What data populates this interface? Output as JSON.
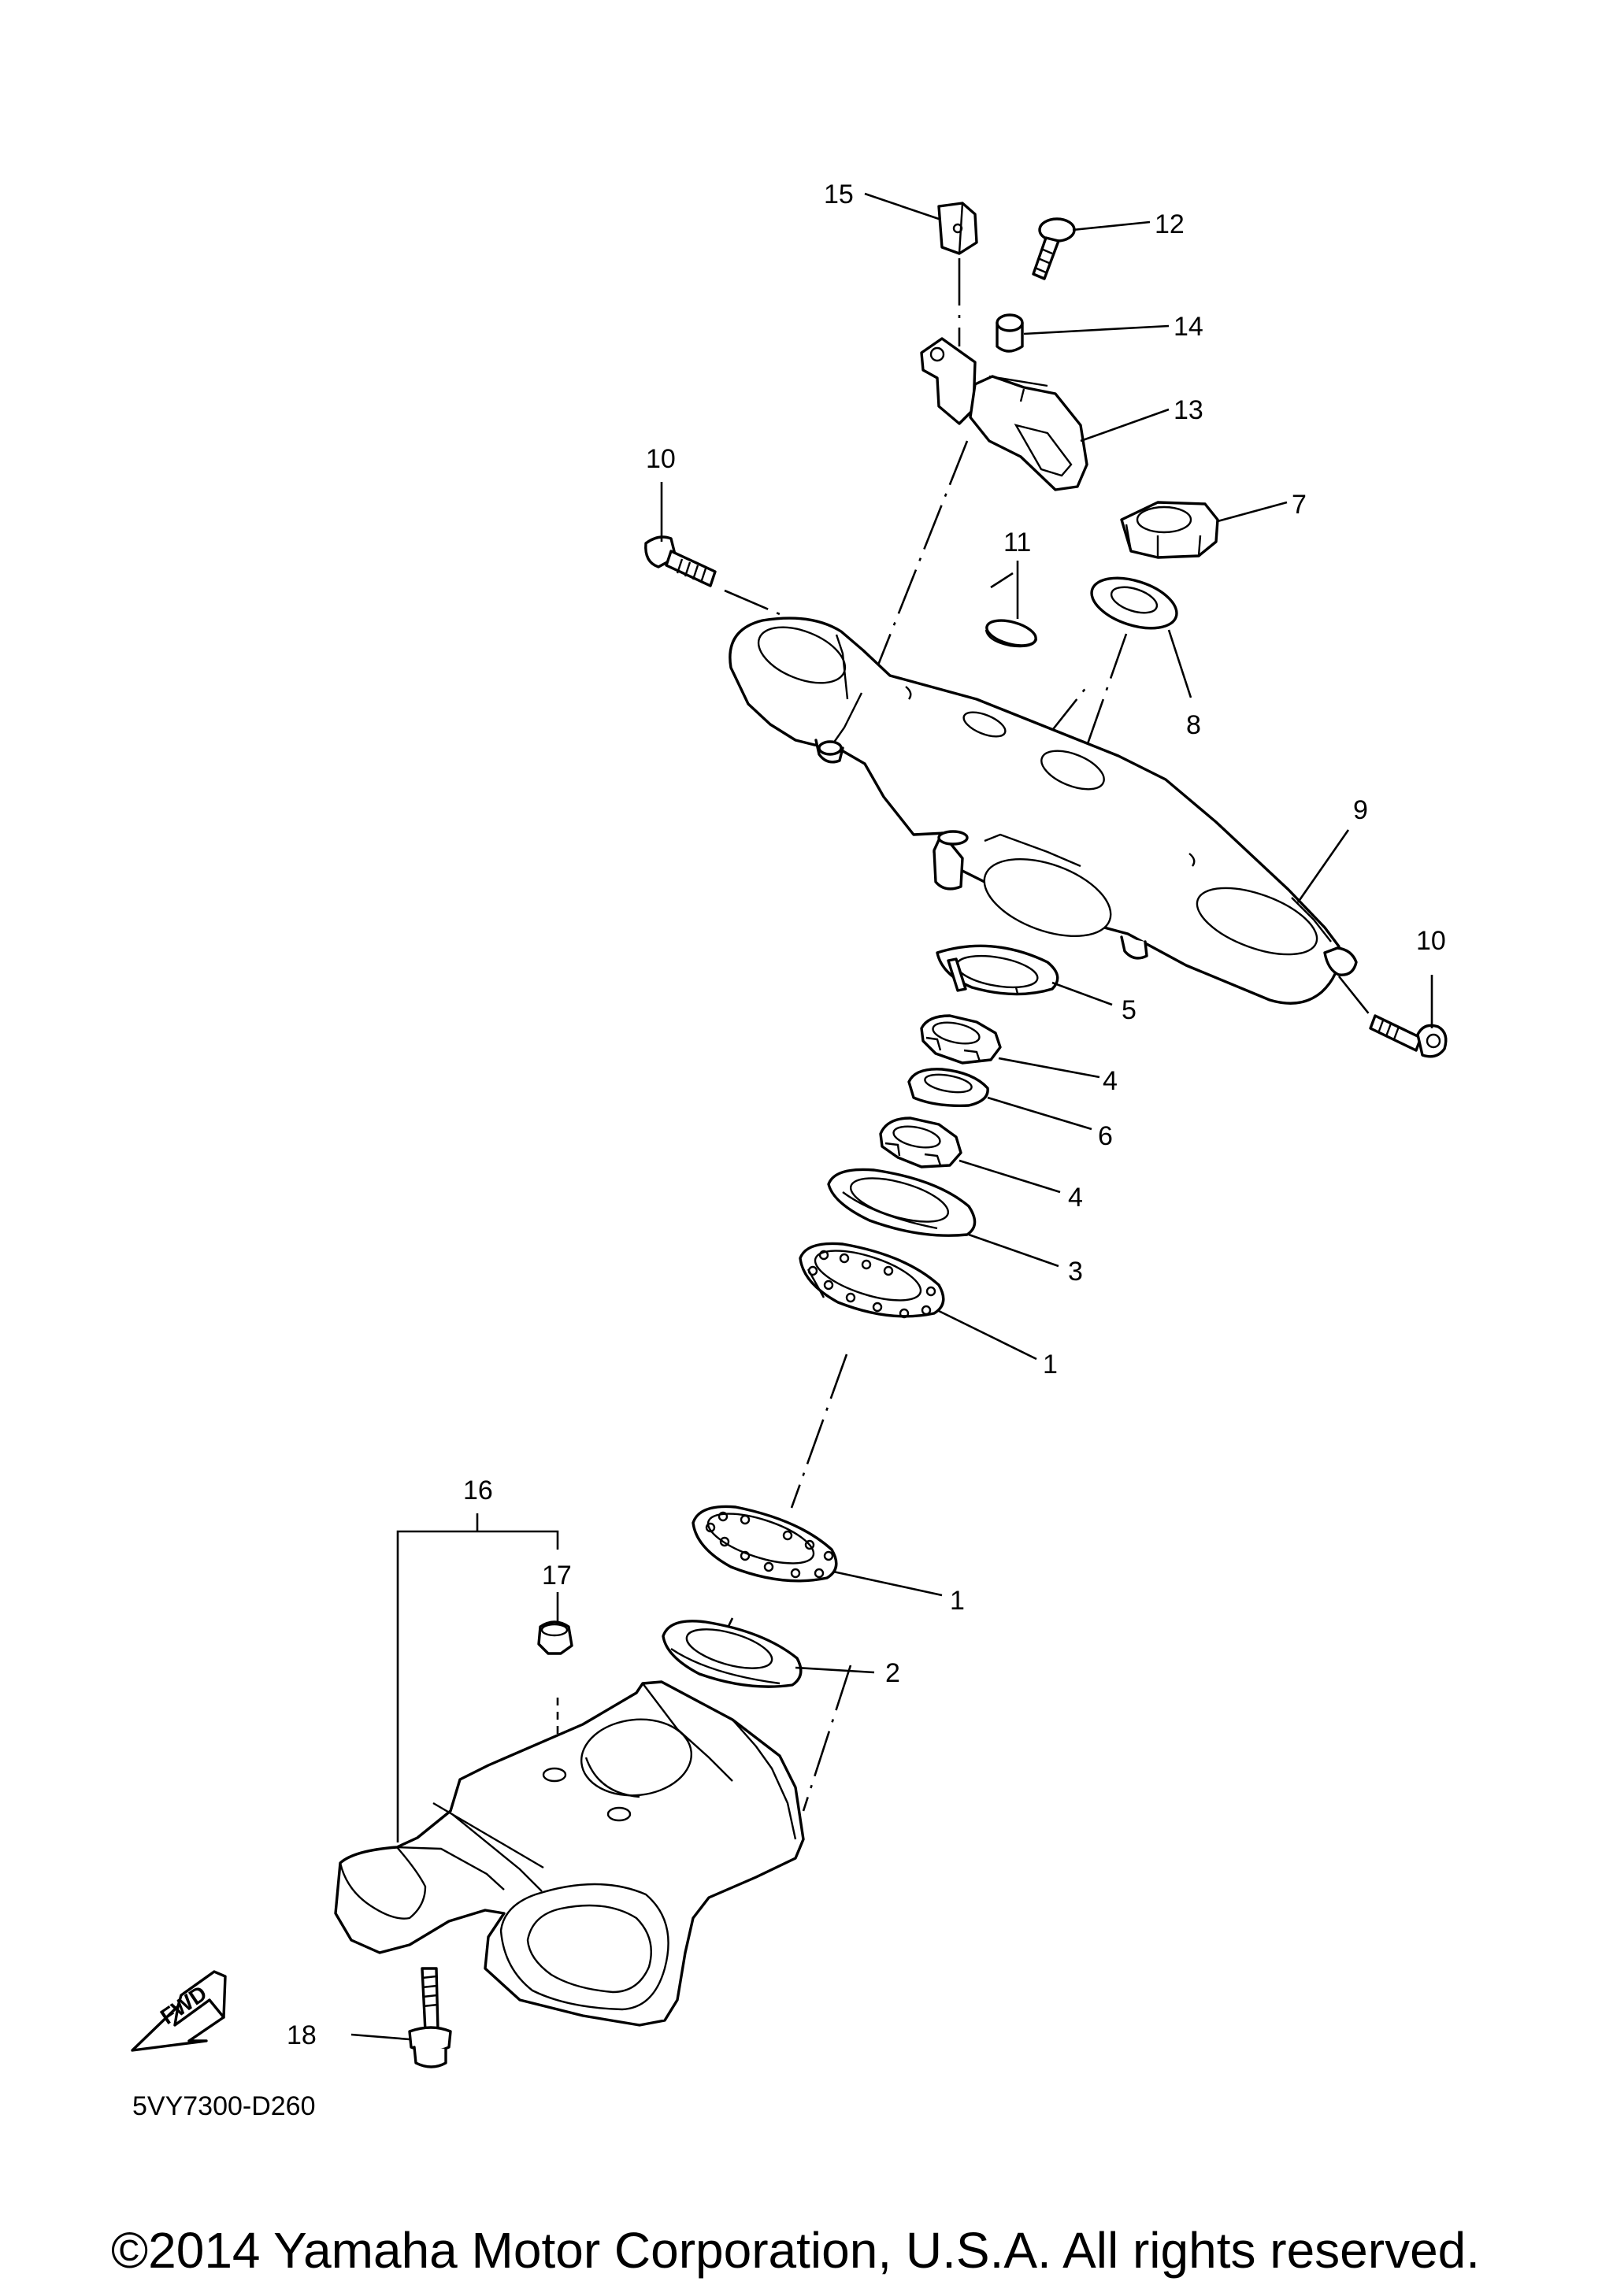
{
  "diagram": {
    "callouts": {
      "c15": "15",
      "c12": "12",
      "c14": "14",
      "c13": "13",
      "c10a": "10",
      "c7": "7",
      "c11": "11",
      "c8": "8",
      "c9": "9",
      "c10b": "10",
      "c5": "5",
      "c4a": "4",
      "c6": "6",
      "c4b": "4",
      "c3": "3",
      "c1a": "1",
      "c16": "16",
      "c17": "17",
      "c1b": "1",
      "c2": "2",
      "c18": "18"
    },
    "fwd_label": "FWD",
    "diagram_code": "5VY7300-D260",
    "copyright": "©2014 Yamaha Motor Corporation, U.S.A. All rights reserved."
  }
}
